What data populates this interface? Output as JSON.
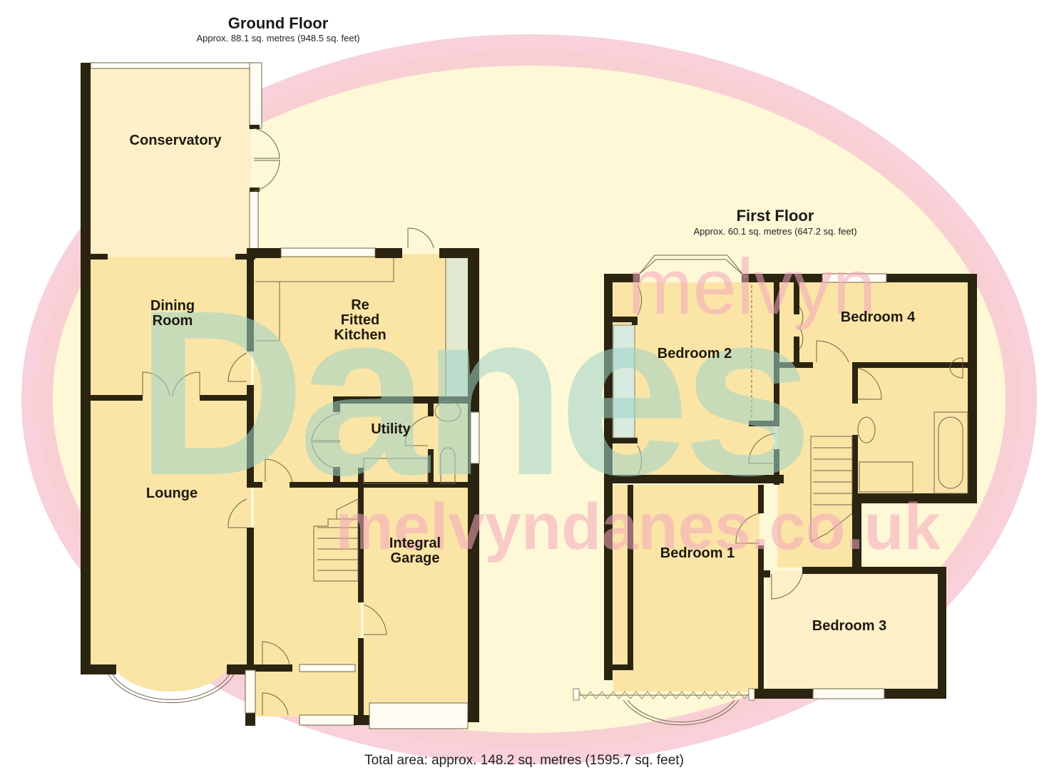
{
  "ground_floor": {
    "title": "Ground Floor",
    "area": "Approx. 88.1 sq. metres (948.5 sq. feet)",
    "rooms": [
      {
        "name": "Conservatory",
        "lines": [
          "Conservatory"
        ]
      },
      {
        "name": "Dining Room",
        "lines": [
          "Dining",
          "Room"
        ]
      },
      {
        "name": "Re Fitted Kitchen",
        "lines": [
          "Re",
          "Fitted",
          "Kitchen"
        ]
      },
      {
        "name": "Utility",
        "lines": [
          "Utility"
        ]
      },
      {
        "name": "Lounge",
        "lines": [
          "Lounge"
        ]
      },
      {
        "name": "Integral Garage",
        "lines": [
          "Integral",
          "Garage"
        ]
      }
    ]
  },
  "first_floor": {
    "title": "First Floor",
    "area": "Approx. 60.1 sq. metres (647.2 sq. feet)",
    "rooms": [
      {
        "name": "Bedroom 2",
        "lines": [
          "Bedroom 2"
        ]
      },
      {
        "name": "Bedroom 4",
        "lines": [
          "Bedroom 4"
        ]
      },
      {
        "name": "Bedroom 1",
        "lines": [
          "Bedroom 1"
        ]
      },
      {
        "name": "Bedroom 3",
        "lines": [
          "Bedroom 3"
        ]
      }
    ]
  },
  "total_area": "Total area: approx. 148.2 sq. metres (1595.7 sq. feet)",
  "watermark": {
    "brand_top": "melvyn",
    "brand_main": "Danes",
    "website": "melvyndanes.co.uk"
  },
  "colors": {
    "wall": "#2b2410",
    "floor": "#fbe5a6",
    "ellipse_fill": "#fff8d6",
    "ellipse_ring": "#f7c9d3",
    "watermark_teal": "#b9ddd0",
    "watermark_pink": "#f5b8c8"
  }
}
